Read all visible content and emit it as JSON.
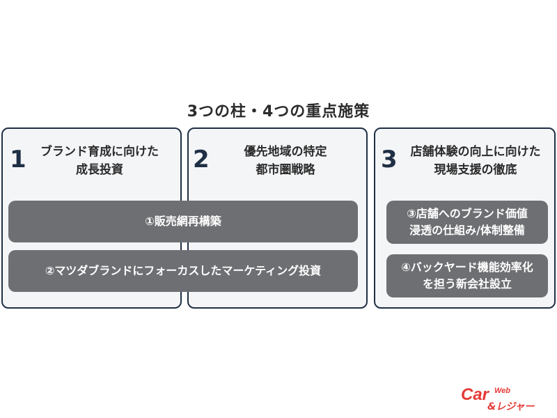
{
  "title": "3つの柱・4つの重点施策",
  "pillars": [
    {
      "number": "1",
      "title_line1": "ブランド育成に向けた",
      "title_line2": "成長投資"
    },
    {
      "number": "2",
      "title_line1": "優先地域の特定",
      "title_line2": "都市圏戦略"
    },
    {
      "number": "3",
      "title_line1": "店舗体験の向上に向けた",
      "title_line2": "現場支援の徹底"
    }
  ],
  "measures": [
    {
      "text": "①販売網再構築"
    },
    {
      "text": "②マツダブランドにフォーカスしたマーケティング投資"
    },
    {
      "line1": "③店舗へのブランド価値",
      "line2": "浸透の仕組み/体制整備"
    },
    {
      "line1": "④バックヤード機能効率化",
      "line2": "を担う新会社設立"
    }
  ],
  "logo": {
    "text_main": "Car",
    "text_sub": "Web",
    "text_line2": "&レジャー",
    "color": "#e53935"
  }
}
